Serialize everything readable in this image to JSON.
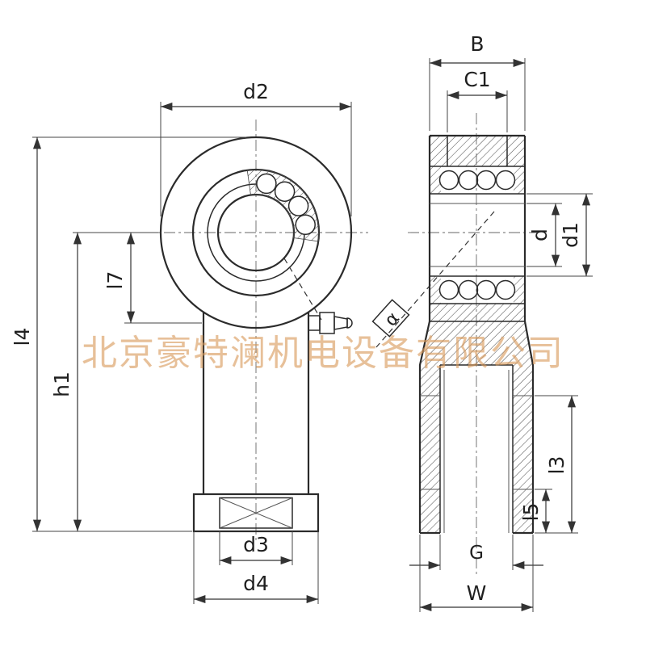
{
  "page": {
    "title": "Rod end bearing engineering drawing"
  },
  "watermark": {
    "text": "北京豪特澜机电设备有限公司"
  },
  "labels": {
    "d2": "d2",
    "l4": "l4",
    "h1": "h1",
    "l7": "l7",
    "d3": "d3",
    "d4": "d4",
    "B": "B",
    "C1": "C1",
    "d": "d",
    "d1": "d1",
    "alpha": "α",
    "l3": "l3",
    "l5": "l5",
    "G": "G",
    "W": "W"
  }
}
